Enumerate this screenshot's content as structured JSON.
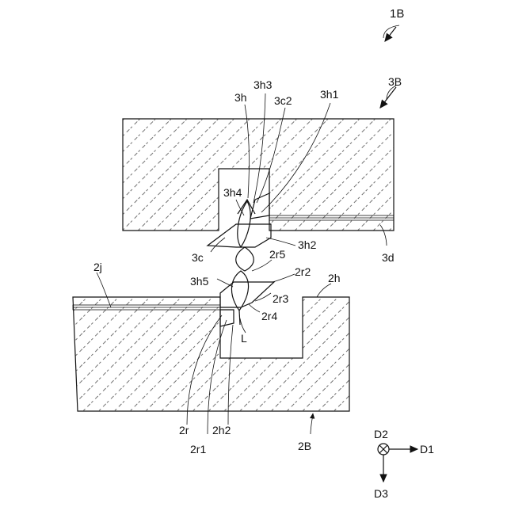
{
  "figure": {
    "id_label": "1B"
  },
  "labels": {
    "block_3B": "3B",
    "block_2B": "2B",
    "l_3h": "3h",
    "l_3h3": "3h3",
    "l_3c2": "3c2",
    "l_3h1": "3h1",
    "l_3h4": "3h4",
    "l_3h2": "3h2",
    "l_3c": "3c",
    "l_3d": "3d",
    "l_2r5": "2r5",
    "l_2r2": "2r2",
    "l_2h": "2h",
    "l_2j": "2j",
    "l_3h5": "3h5",
    "l_2r3": "2r3",
    "l_2r4": "2r4",
    "l_L": "L",
    "l_2r": "2r",
    "l_2h2": "2h2",
    "l_2r1": "2r1"
  },
  "axes": {
    "d1": "D1",
    "d2": "D2",
    "d3": "D3"
  }
}
